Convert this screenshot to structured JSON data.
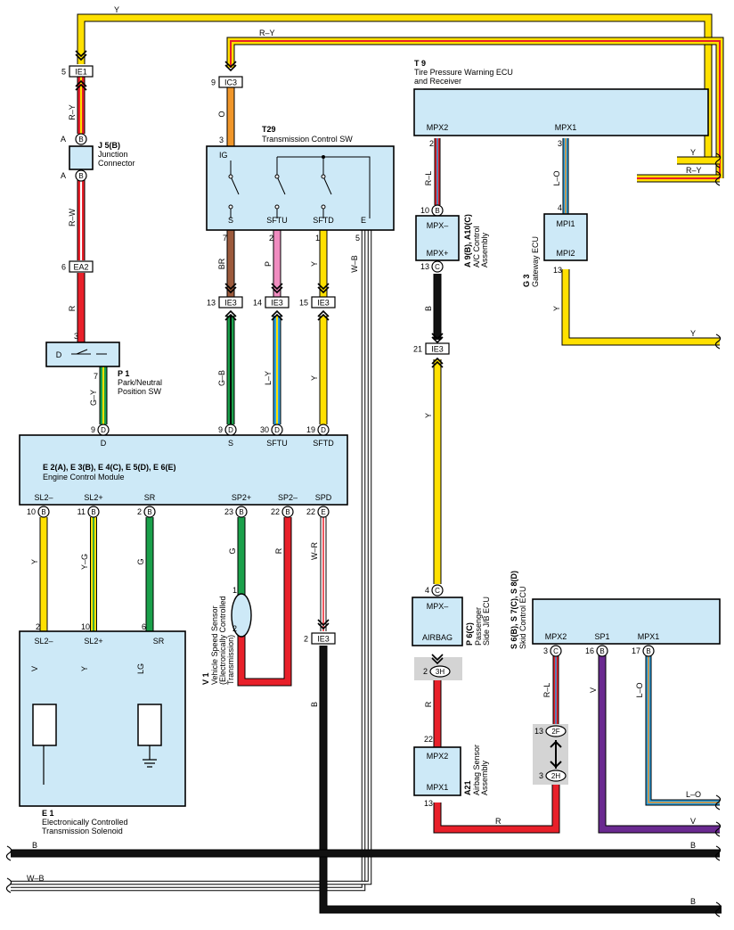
{
  "wire_labels": {
    "y_top": "Y",
    "ry_top": "R–Y",
    "ry_ie1": "R–Y",
    "rw": "R–W",
    "r_ea2": "R",
    "gy": "G–Y",
    "o": "O",
    "br": "BR",
    "p": "P",
    "y_sftd": "Y",
    "wb_e": "W–B",
    "gb": "G–B",
    "ly": "L–Y",
    "y_ie3": "Y",
    "rl_top": "R–L",
    "lo_top": "L–O",
    "y_right1": "Y",
    "ry_right": "R–Y",
    "b_ac": "B",
    "y_gw": "Y",
    "y_right2": "Y",
    "y_pass": "Y",
    "y_sl2m": "Y",
    "yg": "Y–G",
    "g_sr": "G",
    "g_sp2p": "G",
    "r_sp2m": "R",
    "wr": "W–R",
    "v_sol": "V",
    "y_sol": "Y",
    "lg": "LG",
    "b_ie3": "B",
    "r_airbag": "R",
    "r_bottom": "R",
    "rl_skid": "R–L",
    "v_skid": "V",
    "lo_skid": "L–O",
    "lo_right": "L–O",
    "v_right": "V",
    "b_left": "B",
    "b_right": "B",
    "wb_left": "W–B",
    "b_bottom": "B"
  },
  "connectors": {
    "ie1": "IE1",
    "ie1_pin": "5",
    "ic3": "IC3",
    "ic3_pin": "9",
    "ea2": "EA2",
    "ea2_pin": "6",
    "ie3_a": "IE3",
    "ie3_a_pin": "13",
    "ie3_b": "IE3",
    "ie3_b_pin": "14",
    "ie3_c": "IE3",
    "ie3_c_pin": "15",
    "ie3_d": "IE3",
    "ie3_d_pin": "21",
    "ie3_e": "IE3",
    "ie3_e_pin": "2",
    "3h": "3H",
    "3h_pin": "2",
    "2f": "2F",
    "2f_pin": "13",
    "2h": "2H",
    "2h_pin": "3"
  },
  "components": {
    "j5": {
      "id": "J 5(B)",
      "name1": "Junction",
      "name2": "Connector",
      "pin_a1": "A",
      "pin_a2": "A",
      "circle": "B"
    },
    "p1": {
      "id": "P 1",
      "name1": "Park/Neutral",
      "name2": "Position SW",
      "pin_top": "3",
      "pin_bot": "7",
      "term": "D"
    },
    "t29": {
      "id": "T29",
      "name": "Transmission Control SW",
      "ig": "IG",
      "s": "S",
      "sftu": "SFTU",
      "sftd": "SFTD",
      "e": "E",
      "pin_ig": "3",
      "pin_s": "7",
      "pin_sftu": "2",
      "pin_sftd": "1",
      "pin_e": "5"
    },
    "t9": {
      "id": "T 9",
      "name1": "Tire Pressure Warning ECU",
      "name2": "and Receiver",
      "mpx2": "MPX2",
      "mpx1": "MPX1",
      "pin_mpx2": "2",
      "pin_mpx1": "3"
    },
    "a9": {
      "id": "A 9(B), A10(C)",
      "name1": "A/C Control",
      "name2": "Assembly",
      "mpxm": "MPX–",
      "mpxp": "MPX+",
      "pin_top": "10",
      "circ_top": "B",
      "pin_bot": "13",
      "circ_bot": "C"
    },
    "g3": {
      "id": "G 3",
      "name": "Gateway ECU",
      "mpi1": "MPI1",
      "mpi2": "MPI2",
      "pin_top": "4",
      "pin_bot": "13"
    },
    "ecm": {
      "id": "E 2(A), E 3(B), E 4(C), E 5(D), E 6(E)",
      "name": "Engine Control Module",
      "top_pins": [
        {
          "pin": "9",
          "c": "D",
          "label": "D"
        },
        {
          "pin": "9",
          "c": "D",
          "label": "S"
        },
        {
          "pin": "30",
          "c": "D",
          "label": "SFTU"
        },
        {
          "pin": "19",
          "c": "D",
          "label": "SFTD"
        }
      ],
      "bot_pins": [
        {
          "pin": "10",
          "c": "B",
          "label": "SL2–"
        },
        {
          "pin": "11",
          "c": "B",
          "label": "SL2+"
        },
        {
          "pin": "2",
          "c": "B",
          "label": "SR"
        },
        {
          "pin": "23",
          "c": "B",
          "label": "SP2+"
        },
        {
          "pin": "22",
          "c": "B",
          "label": "SP2–"
        },
        {
          "pin": "22",
          "c": "E",
          "label": "SPD"
        }
      ]
    },
    "v1": {
      "id": "V 1",
      "name1": "Vehicle Speed Sensor",
      "name2": "(Electronically Controlled",
      "name3": "Transmission)",
      "pin1": "1",
      "pin2": "2"
    },
    "e1": {
      "id": "E 1",
      "name1": "Electronically Controlled",
      "name2": "Transmission Solenoid",
      "sl2m": "SL2–",
      "sl2p": "SL2+",
      "sr": "SR",
      "pin_sl2m": "2",
      "pin_sl2p": "10",
      "pin_sr": "6"
    },
    "p6": {
      "id": "P 6(C)",
      "name1": "Passenger",
      "name2": "Side J/B ECU",
      "mpxm": "MPX–",
      "airbag": "AIRBAG",
      "pin_top": "4",
      "circ_top": "C"
    },
    "skid": {
      "id": "S 6(B), S 7(C), S 8(D)",
      "name": "Skid Control ECU",
      "mpx2": "MPX2",
      "sp1": "SP1",
      "mpx1": "MPX1",
      "p_mpx2": "3",
      "c_mpx2": "C",
      "p_sp1": "16",
      "c_sp1": "B",
      "p_mpx1": "17",
      "c_mpx1": "B"
    },
    "a21": {
      "id": "A21",
      "name1": "Airbag Sensor",
      "name2": "Assembly",
      "mpx2": "MPX2",
      "mpx1": "MPX1",
      "pin_top": "22",
      "pin_bot": "13"
    }
  },
  "colors": {
    "yellow": "#ffe000",
    "red": "#e8202a",
    "orange": "#f0962a",
    "brown": "#9c5a3c",
    "pink": "#f08cc0",
    "green": "#1aa04a",
    "lightgreen": "#80c8a0",
    "violet": "#6a2a90",
    "blue": "#2aa0e0",
    "black": "#111111",
    "box": "#cde9f7"
  }
}
